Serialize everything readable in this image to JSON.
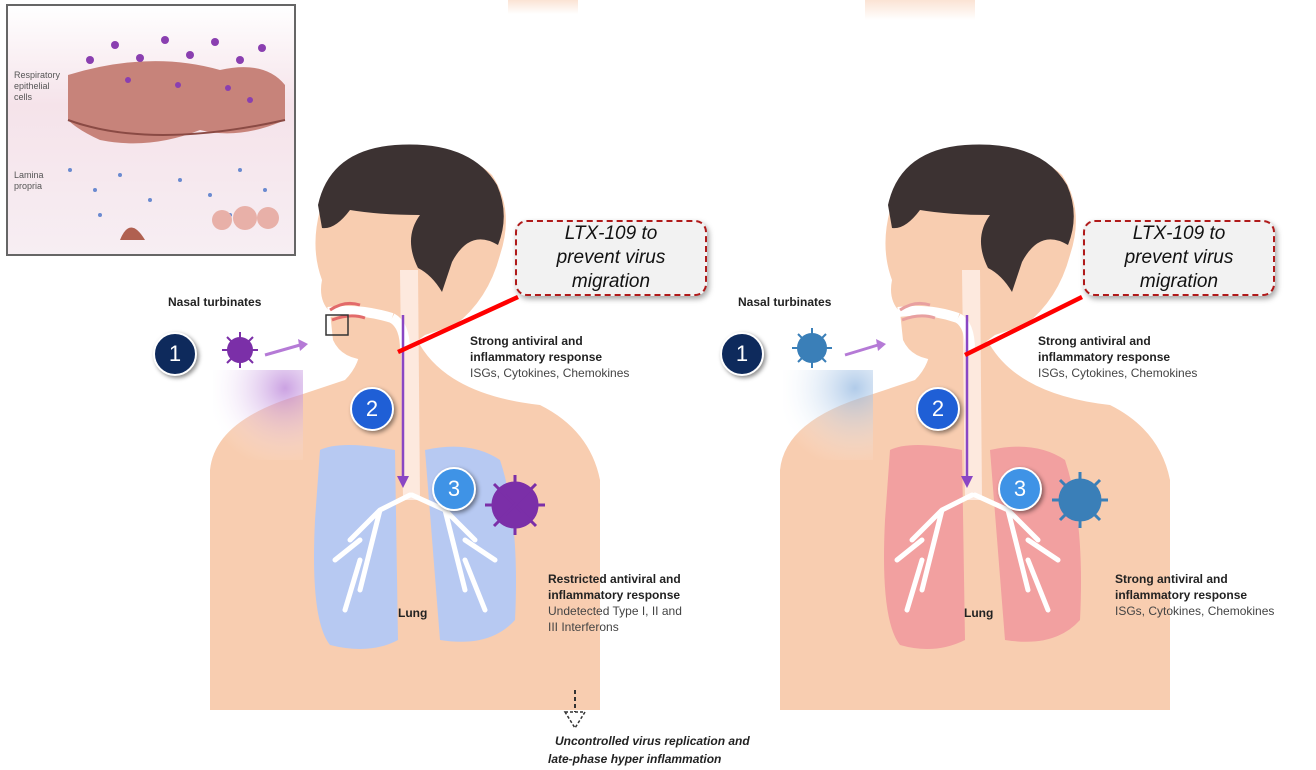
{
  "inset": {
    "label_epithelial": "Respiratory epithelial cells",
    "label_lamina": "Lamina propria"
  },
  "left_panel": {
    "callout": "LTX-109 to\nprevent virus\nmigration",
    "nasal_label": "Nasal turbinates",
    "upper_response_title": "Strong antiviral and inflammatory response",
    "upper_response_sub": "ISGs, Cytokines, Chemokines",
    "lung_label": "Lung",
    "lower_response_title": "Restricted antiviral and inflammatory response",
    "lower_response_sub": "Undetected Type I, II and III Interferons",
    "bottom_note_line1": "Uncontrolled virus replication and",
    "bottom_note_line2": "late-phase hyper inflammation",
    "badges": [
      "1",
      "2",
      "3"
    ]
  },
  "right_panel": {
    "callout": "LTX-109 to\nprevent virus\nmigration",
    "nasal_label": "Nasal turbinates",
    "upper_response_title": "Strong antiviral and inflammatory response",
    "upper_response_sub": "ISGs, Cytokines, Chemokines",
    "lung_label": "Lung",
    "lower_response_title": "Strong antiviral and inflammatory response",
    "lower_response_sub": "ISGs, Cytokines, Chemokines",
    "badges": [
      "1",
      "2",
      "3"
    ]
  },
  "colors": {
    "skin": "#f8cdb0",
    "hair": "#3c3232",
    "lung_left": "#b7c9f2",
    "lung_right": "#f2a0a0",
    "arrow": "#8a46c4",
    "callout_border": "#b01a1a",
    "connector": "#ff0000",
    "virus_left": "#7b2fa8",
    "virus_right": "#3a7fb8"
  }
}
